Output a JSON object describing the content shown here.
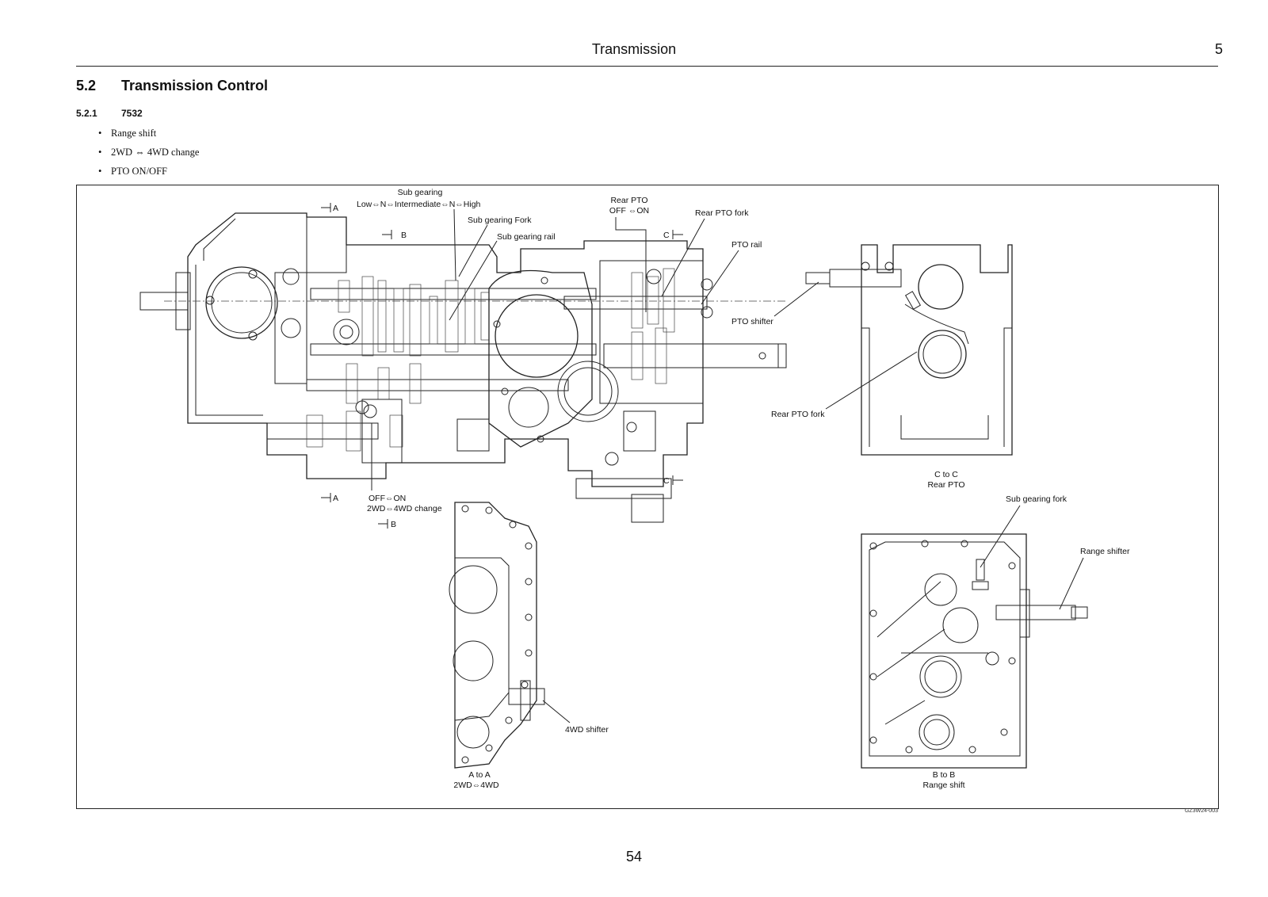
{
  "header": {
    "title": "Transmission",
    "chapter": "5"
  },
  "section": {
    "number": "5.2",
    "title": "Transmission Control"
  },
  "subsection": {
    "number": "5.2.1",
    "title": "7532"
  },
  "bullets": [
    "Range shift",
    "2WD ⇔ 4WD change",
    "PTO ON/OFF"
  ],
  "figure": {
    "id": "GZ3W24-003",
    "labels": {
      "sub_gearing": "Sub gearing",
      "sub_gearing_positions": "Low⇔N⇔Intermediate⇔N⇔High",
      "sub_gearing_fork": "Sub gearing Fork",
      "sub_gearing_rail": "Sub gearing rail",
      "rear_pto": "Rear PTO",
      "rear_pto_off_on": "OFF ⇔ON",
      "rear_pto_fork": "Rear PTO fork",
      "pto_rail": "PTO rail",
      "pto_shifter": "PTO shifter",
      "rear_pto_fork_2": "Rear PTO fork",
      "off_on": "OFF⇔ON",
      "twowd_fourwd_change": "2WD⇔4WD change",
      "fourwd_shifter": "4WD shifter",
      "sub_gearing_fork_2": "Sub gearing fork",
      "range_shifter": "Range shifter",
      "section_a_top": "A",
      "section_a_bottom": "A",
      "section_b_top": "B",
      "section_b_bottom": "B",
      "section_c_top": "C",
      "section_c_bottom": "C"
    },
    "views": {
      "c_to_c": {
        "title": "C to C",
        "caption": "Rear PTO"
      },
      "a_to_a": {
        "title": "A to A",
        "caption": "2WD⇔4WD"
      },
      "b_to_b": {
        "title": "B to B",
        "caption": "Range shift"
      }
    }
  },
  "footer": {
    "page_number": "54"
  }
}
